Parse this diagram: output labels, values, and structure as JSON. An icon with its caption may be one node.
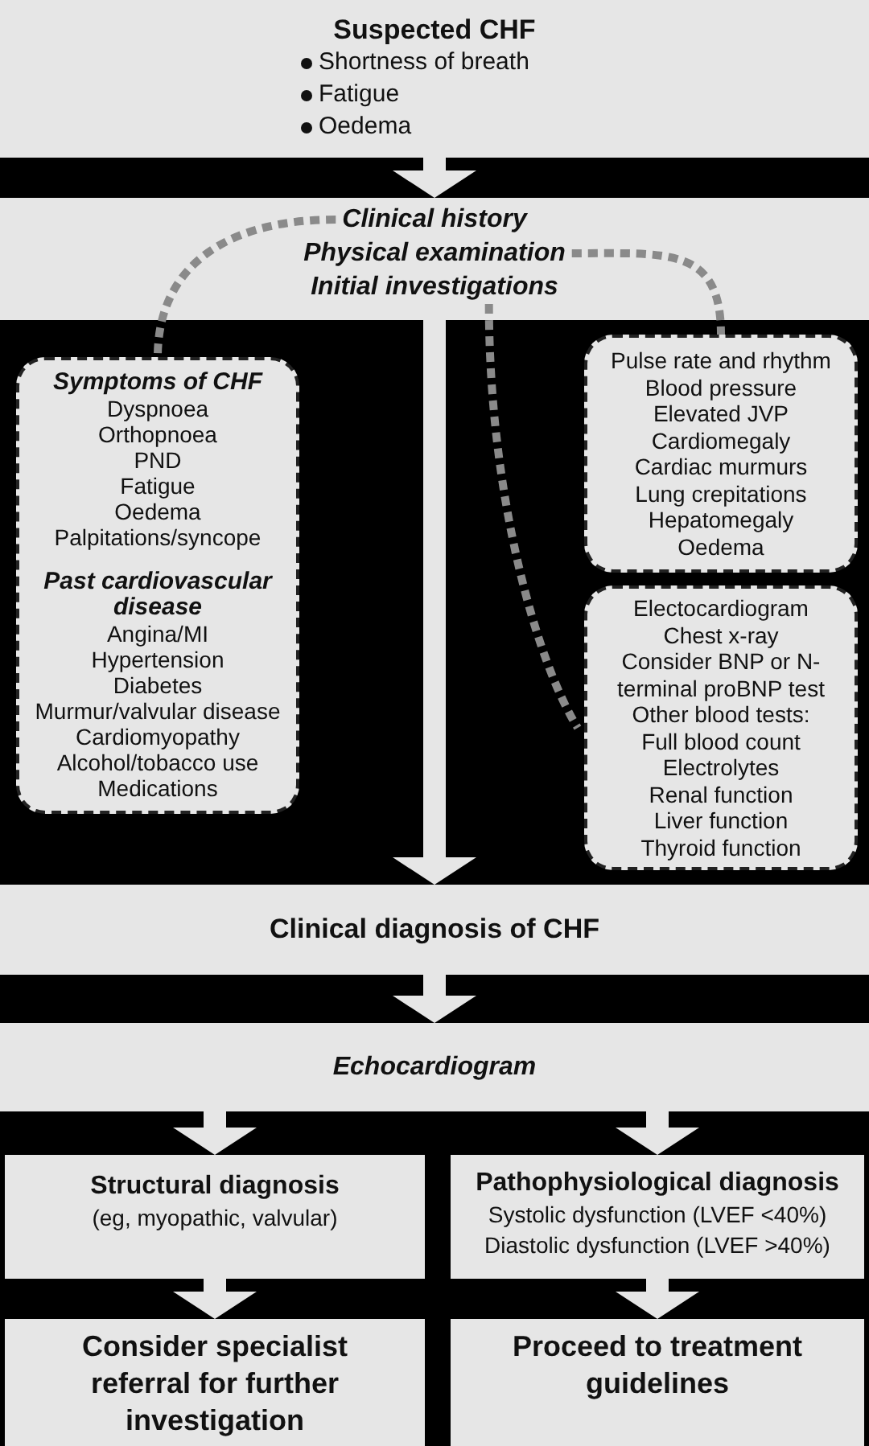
{
  "diagram": {
    "nodes": [
      {
        "text": [
          "Suspected CHF",
          "Shortness of breath",
          "Fatigue",
          "Oedema"
        ]
      },
      {
        "text": [],
        "shape": "box"
      },
      {
        "text": [
          "Clinical history"
        ],
        "in": 1
      },
      {
        "text": [
          "Physical examination"
        ],
        "in": 1
      },
      {
        "text": [
          "Initial investigations"
        ],
        "in": 1
      },
      {
        "text": [
          "Symptoms of CHF",
          "Dyspnoea",
          "Orthopnoea",
          "PND",
          "Fatigue",
          "Oedema",
          "Palpitations/syncope",
          "Past cardiovascular disease",
          "Angina/MI",
          "Hypertension",
          "Diabetes",
          "Murmur/valvular disease",
          "Cardiomyopathy",
          "Alcohol/tobacco use",
          "Medications"
        ]
      },
      {
        "text": [
          "Pulse rate and rhythm",
          "Blood pressure",
          "Elevated JVP",
          "Cardiomegaly",
          "Cardiac murmurs",
          "Lung crepitations",
          "Hepatomegaly",
          "Oedema"
        ]
      },
      {
        "text": [
          "Electocardiogram",
          "Chest x-ray",
          "Consider BNP or N-terminal proBNP test",
          "Other blood tests:",
          "Full blood count",
          "Electrolytes",
          "Renal function",
          "Liver function",
          "Thyroid function"
        ]
      },
      {
        "text": [
          "Clinical diagnosis of CHF"
        ]
      },
      {
        "text": [
          "Echocardiogram"
        ]
      },
      {
        "text": [
          "Structural diagnosis",
          "(eg, myopathic, valvular)"
        ]
      },
      {
        "text": [
          "Pathophysiological diagnosis",
          "Systolic dysfunction (LVEF <40%)",
          "Diastolic dysfunction (LVEF >40%)"
        ]
      },
      {
        "text": [
          "Consider specialist referral for further investigation"
        ]
      },
      {
        "text": [
          "Proceed to treatment guidelines"
        ]
      }
    ],
    "edges": [
      {
        "from": 0,
        "to": 1,
        "arrow": "to"
      },
      {
        "from": 1,
        "to": 8,
        "arrow": "to"
      },
      {
        "from": 2,
        "to": 5,
        "arrow": "none",
        "style": "dashed"
      },
      {
        "from": 3,
        "to": 6,
        "arrow": "none",
        "style": "dashed"
      },
      {
        "from": 4,
        "to": 7,
        "arrow": "none",
        "style": "dashed"
      },
      {
        "from": 8,
        "to": 9,
        "arrow": "to"
      },
      {
        "from": 9,
        "to": 10,
        "arrow": "to"
      },
      {
        "from": 9,
        "to": 11,
        "arrow": "to"
      },
      {
        "from": 10,
        "to": 12,
        "arrow": "to"
      },
      {
        "from": 11,
        "to": 13,
        "arrow": "to"
      }
    ]
  }
}
